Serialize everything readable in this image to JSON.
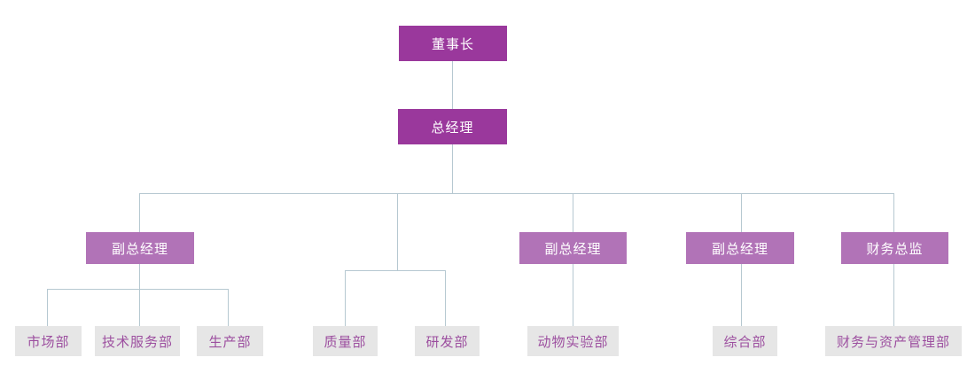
{
  "palette": {
    "level1_fill": "#9A389C",
    "level1_text": "#FFFFFF",
    "level2_fill": "#B173B7",
    "level2_text": "#FFFFFF",
    "leaf_fill": "#E6E6E6",
    "leaf_text": "#9C4E9F",
    "connector": "#B6C8D1",
    "background": "#FFFFFF"
  },
  "nodes": {
    "chairman": "董事长",
    "general_manager": "总经理",
    "vice_gm_1": "副总经理",
    "vice_gm_2": "副总经理",
    "vice_gm_3": "副总经理",
    "cfo": "财务总监",
    "marketing": "市场部",
    "tech_service": "技术服务部",
    "production": "生产部",
    "quality": "质量部",
    "rd": "研发部",
    "animal_lab": "动物实验部",
    "general_affairs": "综合部",
    "finance_asset": "财务与资产管理部"
  },
  "structure": {
    "chairman": [
      "general_manager"
    ],
    "general_manager": [
      "vice_gm_1",
      "unlabeled_group",
      "vice_gm_2",
      "vice_gm_3",
      "cfo"
    ],
    "vice_gm_1": [
      "marketing",
      "tech_service",
      "production"
    ],
    "unlabeled_group": [
      "quality",
      "rd"
    ],
    "vice_gm_2": [
      "animal_lab"
    ],
    "vice_gm_3": [
      "general_affairs"
    ],
    "cfo": [
      "finance_asset"
    ]
  }
}
